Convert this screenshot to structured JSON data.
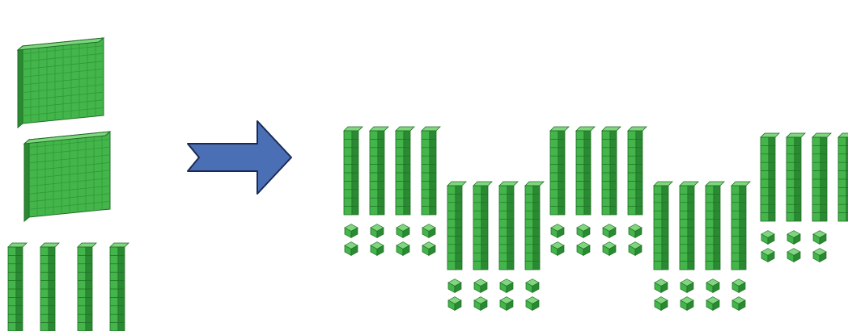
{
  "colors": {
    "block_front": "#43b54a",
    "block_side": "#2a8a32",
    "block_top": "#7fd67f",
    "grid_line": "#2f9a37",
    "outline": "#1e6e24",
    "arrow_fill": "#4a6fb5",
    "arrow_stroke": "#1b2a55"
  },
  "diagram": {
    "input": {
      "hundreds_flats": 2,
      "tens_rods": 4
    },
    "arrow": {
      "icon": "right-arrow"
    },
    "output": {
      "groups_shown": 5,
      "group_contents": {
        "tens_rods": 4,
        "unit_cubes": 8
      }
    }
  }
}
